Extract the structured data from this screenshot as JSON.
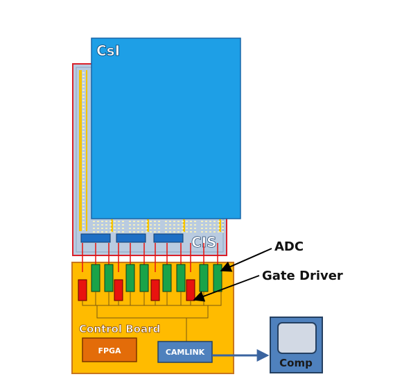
{
  "labels": {
    "csi": "CsI",
    "cis": "CIS",
    "adc": "ADC",
    "gate_driver": "Gate Driver",
    "control_board": "Control Board",
    "fpga": "FPGA",
    "camlink": "CAMLINK",
    "comp": "Comp"
  },
  "colors": {
    "csi_fill": "#1e9fe6",
    "cis_fill": "#b9cbe0",
    "cis_border": "#d9202a",
    "control_board_fill": "#ffbb00",
    "fpga_fill": "#e36c09",
    "camlink_fill": "#4f81bd",
    "comp_fill": "#4f81bd",
    "adc_chip": "#1aa349",
    "gate_driver_chip": "#e8130f",
    "pixel_line": "#f5c400"
  }
}
